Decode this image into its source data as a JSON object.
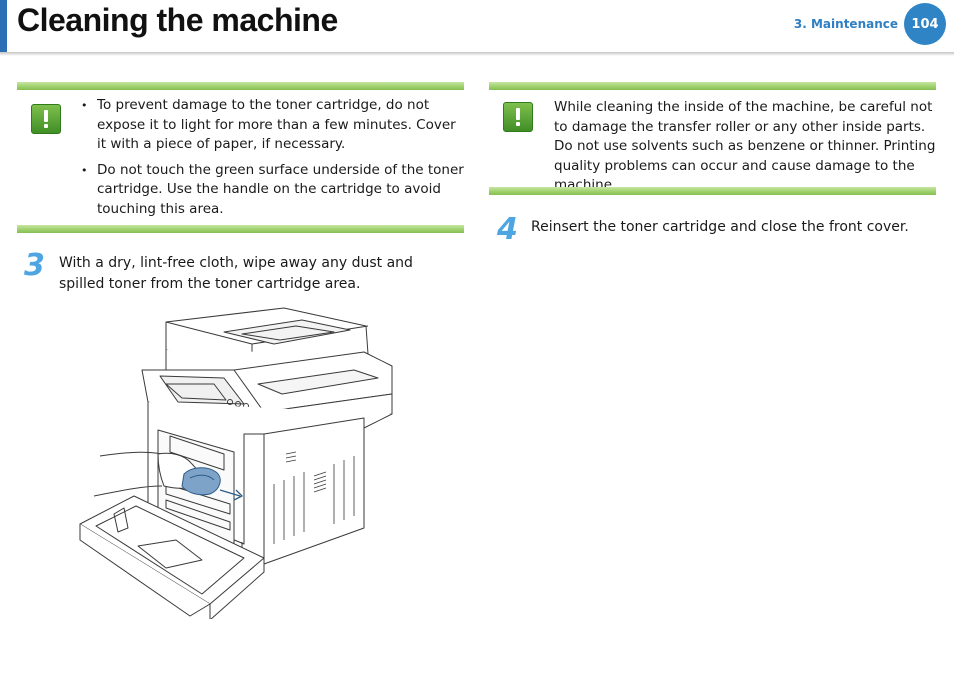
{
  "header": {
    "title": "Cleaning the machine",
    "section": "3.  Maintenance",
    "page_number": "104"
  },
  "left_note": {
    "icon": "caution-icon",
    "bullets": [
      "To prevent damage to the toner cartridge, do not expose it to light for more than a few minutes. Cover it with a piece of paper, if necessary.",
      "Do not touch the green surface underside of the toner cartridge. Use the handle on the cartridge to avoid touching this area."
    ]
  },
  "step3": {
    "number": "3",
    "text": "With a dry, lint-free cloth, wipe away any dust and spilled toner from the toner cartridge area."
  },
  "right_note": {
    "icon": "caution-icon",
    "text": "While cleaning the inside of the machine, be careful not to damage the transfer roller or any other inside parts. Do not use solvents such as benzene or thinner. Printing quality problems can occur and cause damage to the machine."
  },
  "step4": {
    "number": "4",
    "text": "Reinsert the toner cartridge and close the front cover."
  },
  "colors": {
    "accent_blue": "#2b6fb5",
    "step_number_blue": "#4da5e2",
    "note_green": "#9ccf6a"
  }
}
